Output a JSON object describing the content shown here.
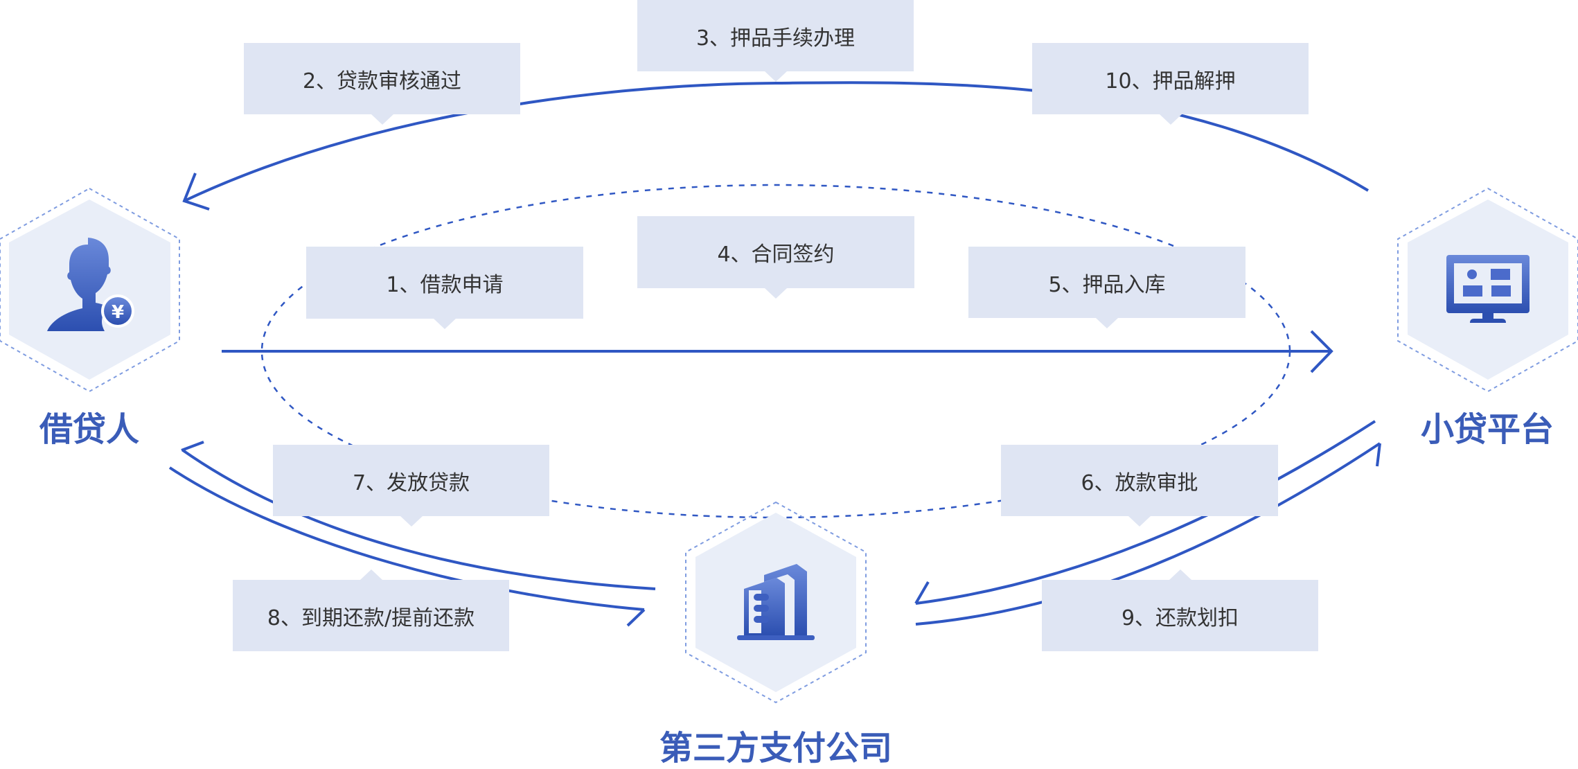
{
  "diagram": {
    "title": "",
    "colors": {
      "flow_line": "#2f57c3",
      "dotted_ellipse": "#2f57c3",
      "box_fill": "#dfe5f3",
      "box_text": "#333333",
      "hex_fill": "#e9eef8",
      "hex_border": "#7f9ce0",
      "party_label": "#3a5cb8",
      "icon_gradient_top": "#6a89da",
      "icon_gradient_bottom": "#2c4fb0"
    },
    "parties": {
      "borrower": {
        "label": "借贷人",
        "icon": "user-yuan-icon"
      },
      "platform": {
        "label": "小贷平台",
        "icon": "monitor-dashboard-icon"
      },
      "payment": {
        "label": "第三方支付公司",
        "icon": "building-icon"
      }
    },
    "steps": [
      {
        "id": 1,
        "label": "1、借款申请",
        "from": "borrower",
        "to": "platform"
      },
      {
        "id": 2,
        "label": "2、贷款审核通过",
        "from": "platform",
        "to": "borrower"
      },
      {
        "id": 3,
        "label": "3、押品手续办理",
        "from": "platform",
        "to": "borrower"
      },
      {
        "id": 4,
        "label": "4、合同签约",
        "from": "borrower",
        "to": "platform"
      },
      {
        "id": 5,
        "label": "5、押品入库",
        "from": "borrower",
        "to": "platform"
      },
      {
        "id": 6,
        "label": "6、放款审批",
        "from": "platform",
        "to": "payment"
      },
      {
        "id": 7,
        "label": "7、发放贷款",
        "from": "payment",
        "to": "borrower"
      },
      {
        "id": 8,
        "label": "8、到期还款/提前还款",
        "from": "borrower",
        "to": "payment"
      },
      {
        "id": 9,
        "label": "9、还款划扣",
        "from": "payment",
        "to": "platform"
      },
      {
        "id": 10,
        "label": "10、押品解押",
        "from": "platform",
        "to": "borrower"
      }
    ]
  }
}
